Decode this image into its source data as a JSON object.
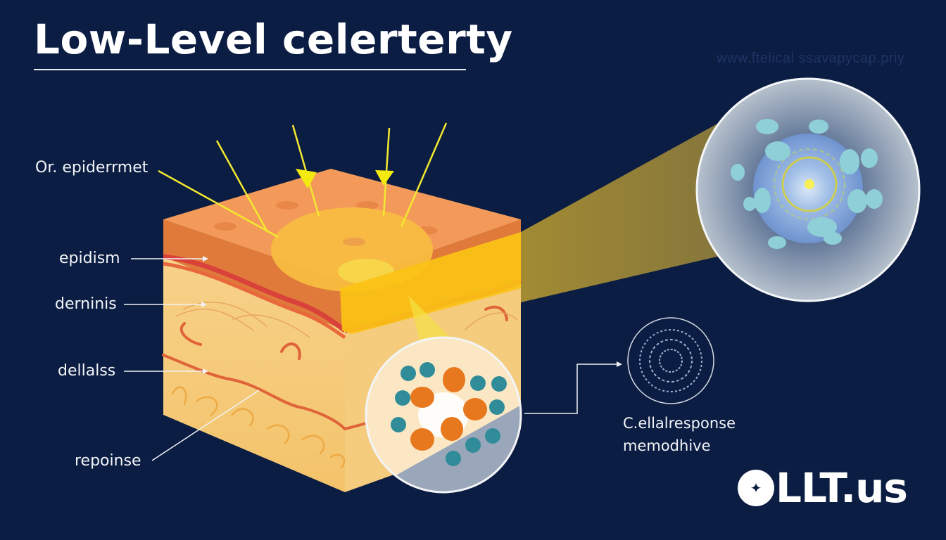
{
  "header": {
    "title": "Low-Level celerterty",
    "watermark": "www.ftelical ssavapycap.priy"
  },
  "labels": {
    "top_callout": "Or. epiderrmet",
    "epidermis": "epidism",
    "dermis": "derninis",
    "subdermal": "dellalss",
    "response": "repoinse",
    "cellular_response_line1": "C.ellalresponse",
    "cellular_response_line2": "memodhive"
  },
  "logo": {
    "badge_icon": "seal-emblem",
    "badge_glyph": "✦",
    "text": "LLT.us"
  },
  "colors": {
    "background": "#0b1d42",
    "light_beam": "#f5e600",
    "skin_top": "#f29a5c",
    "skin_side_epidermis": "#e07a3a",
    "dermis": "#f6c97a",
    "hypodermis_band": "#e0563a",
    "cell_orange": "#e8781e",
    "cell_teal": "#2f8c98",
    "zoom_circle": "#a9b4c2",
    "beam_cone": "#b89b2a"
  }
}
